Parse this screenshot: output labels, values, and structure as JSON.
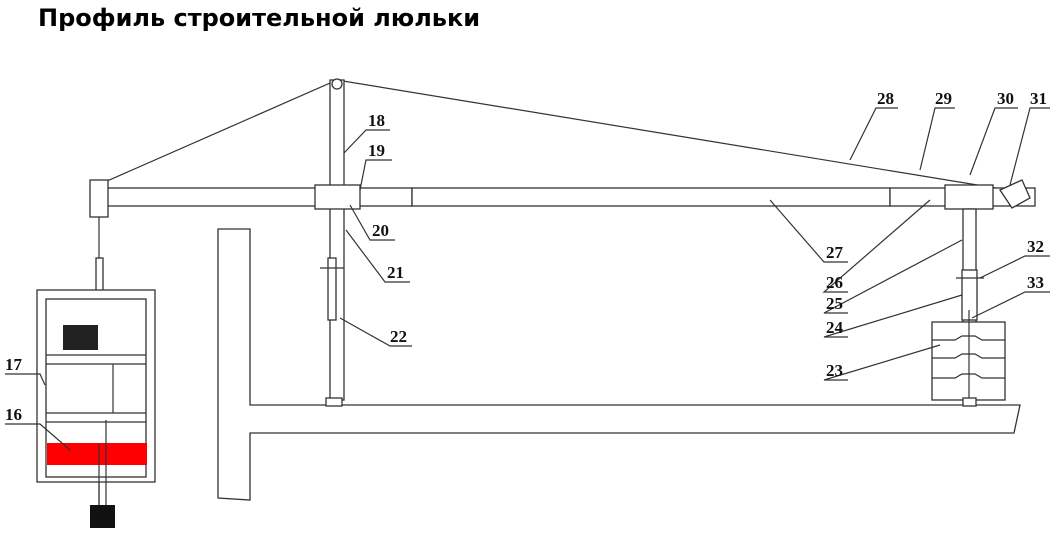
{
  "title": "Профиль строительной люльки",
  "labels": [
    "16",
    "17",
    "18",
    "19",
    "20",
    "21",
    "22",
    "23",
    "24",
    "25",
    "26",
    "27",
    "28",
    "29",
    "30",
    "31",
    "32",
    "33"
  ],
  "colors": {
    "counterweight_red": "#ff0000",
    "line": "#333333"
  }
}
